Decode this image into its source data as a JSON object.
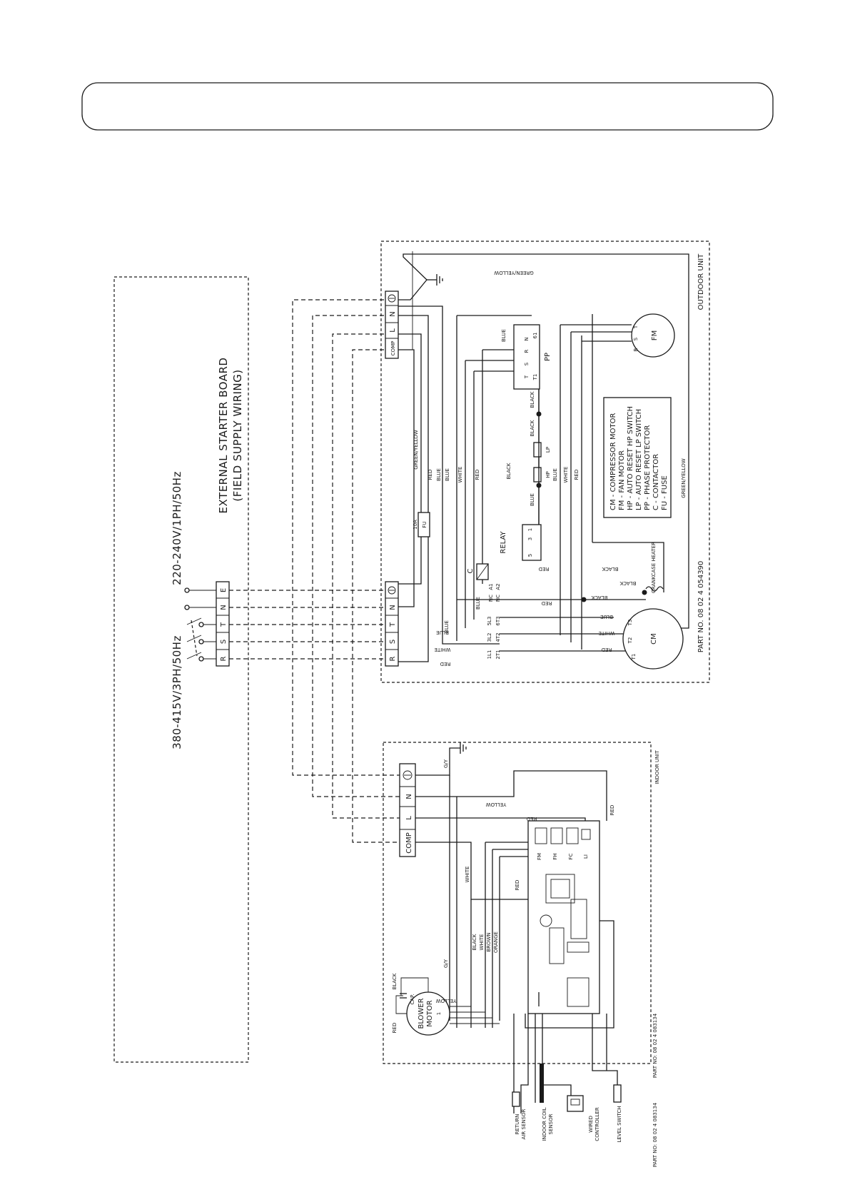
{
  "external_board": {
    "title": "EXTERNAL STARTER BOARD",
    "subtitle": "(FIELD SUPPLY WIRING)",
    "supply_single": "220-240V/1PH/50Hz",
    "supply_three": "380-415V/3PH/50Hz",
    "terminals": [
      "R",
      "S",
      "T",
      "N",
      "E"
    ]
  },
  "outdoor": {
    "label": "OUTDOOR UNIT",
    "part_no": "PART NO. 08 02 4 054390",
    "top_terminals": [
      "COMP",
      "L",
      "N"
    ],
    "main_terminals": [
      "R",
      "S",
      "T",
      "N"
    ],
    "fuse_rating": "10A",
    "fuse_label": "FU",
    "relay_label": "RELAY",
    "relay_pins": [
      "1",
      "3",
      "5"
    ],
    "contactor_label": "C",
    "contactor_pins": [
      "A1",
      "A2",
      "NC",
      "NC"
    ],
    "contactor_top": [
      "1L1",
      "3L2",
      "5L3"
    ],
    "contactor_bottom": [
      "2T1",
      "4T2",
      "6T3"
    ],
    "pp_label": "PP",
    "pp_pins": [
      "N",
      "R",
      "S",
      "T",
      "T1",
      "61"
    ],
    "fan_motor": "FM",
    "fan_pins": [
      "R",
      "S",
      "T"
    ],
    "compressor": "CM",
    "compressor_pins": [
      "T1",
      "T2",
      "T3"
    ],
    "crankcase": "CRANKCASE HEATER",
    "hp_label": "HP",
    "lp_label": "LP",
    "wire_labels": [
      "GREEN/YELLOW",
      "RED",
      "BLUE",
      "BLUE",
      "WHITE",
      "RED",
      "BLACK",
      "BLACK",
      "BLACK",
      "BLUE",
      "WHITE",
      "RED",
      "BLACK",
      "BLUE",
      "BLUE",
      "BLUE",
      "RED",
      "GREEN/YELLOW"
    ],
    "bottom_wires": [
      "RED",
      "WHITE",
      "BLUE",
      "BLACK",
      "RED",
      "BLUE",
      "WHITE",
      "RED",
      "BLUE",
      "BLACK"
    ],
    "legend": [
      "CM  -  COMPRESSOR MOTOR",
      "FM  -  FAN MOTOR",
      "HP  -  AUTO RESET HP SWITCH",
      "LP  -  AUTO RESET LP SWITCH",
      "PP  -  PHASE PROTECTOR",
      "C    -  CONTACTOR",
      "FU  -  FUSE"
    ]
  },
  "indoor": {
    "label": "INDOOR UNIT",
    "part_no": "PART NO: 08 02 4 083134",
    "terminals": [
      "COMP",
      "L",
      "N"
    ],
    "blower": [
      "BLOWER",
      "MOTOR",
      "1"
    ],
    "cap_label": "CAP.",
    "cap_wires": [
      "RED",
      "BLACK"
    ],
    "motor_wires": [
      "G/Y",
      "BLACK",
      "WHITE",
      "BROWN",
      "ORANGE",
      "YELLOW"
    ],
    "wire_labels": [
      "G/Y",
      "YELLOW",
      "RED",
      "RED",
      "WHITE",
      "RED"
    ],
    "board_marks": [
      "FM",
      "FH",
      "FC",
      "LI"
    ],
    "sensors": [
      {
        "line1": "RETURN",
        "line2": "AIR SENSOR"
      },
      {
        "line1": "INDOOR COIL",
        "line2": "SENSOR"
      },
      {
        "line1": "WIRED",
        "line2": "CONTROLLER"
      },
      {
        "line1": "LEVEL SWITCH",
        "line2": ""
      }
    ]
  }
}
